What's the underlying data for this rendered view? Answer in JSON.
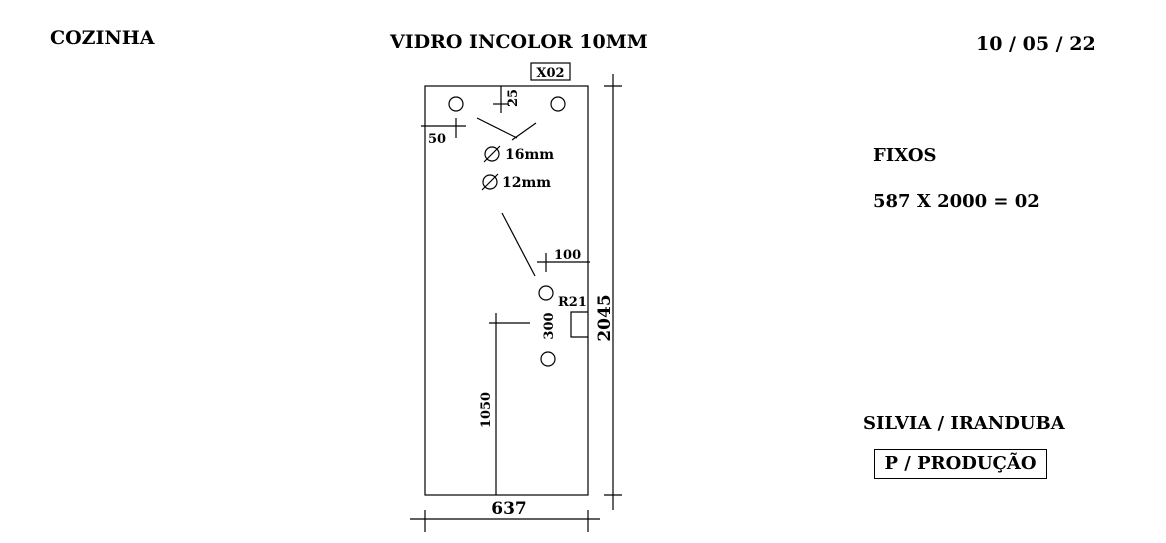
{
  "header": {
    "room": "COZINHA",
    "glass": "VIDRO INCOLOR 10MM",
    "date": "10 / 05 / 22"
  },
  "info": {
    "type": "FIXOS",
    "quantity": "587 X 2000 = 02",
    "client": "SILVIA / IRANDUBA",
    "destination": "P / PRODUÇÃO"
  },
  "drawing": {
    "piece_code": "X02",
    "width": "637",
    "height": "2045",
    "dim_top": "25",
    "dim_left": "50",
    "hole_16": "16mm",
    "hole_12": "12mm",
    "dim_side": "100",
    "radius": "R21",
    "dim_spacing": "300",
    "dim_bottom": "1050"
  }
}
